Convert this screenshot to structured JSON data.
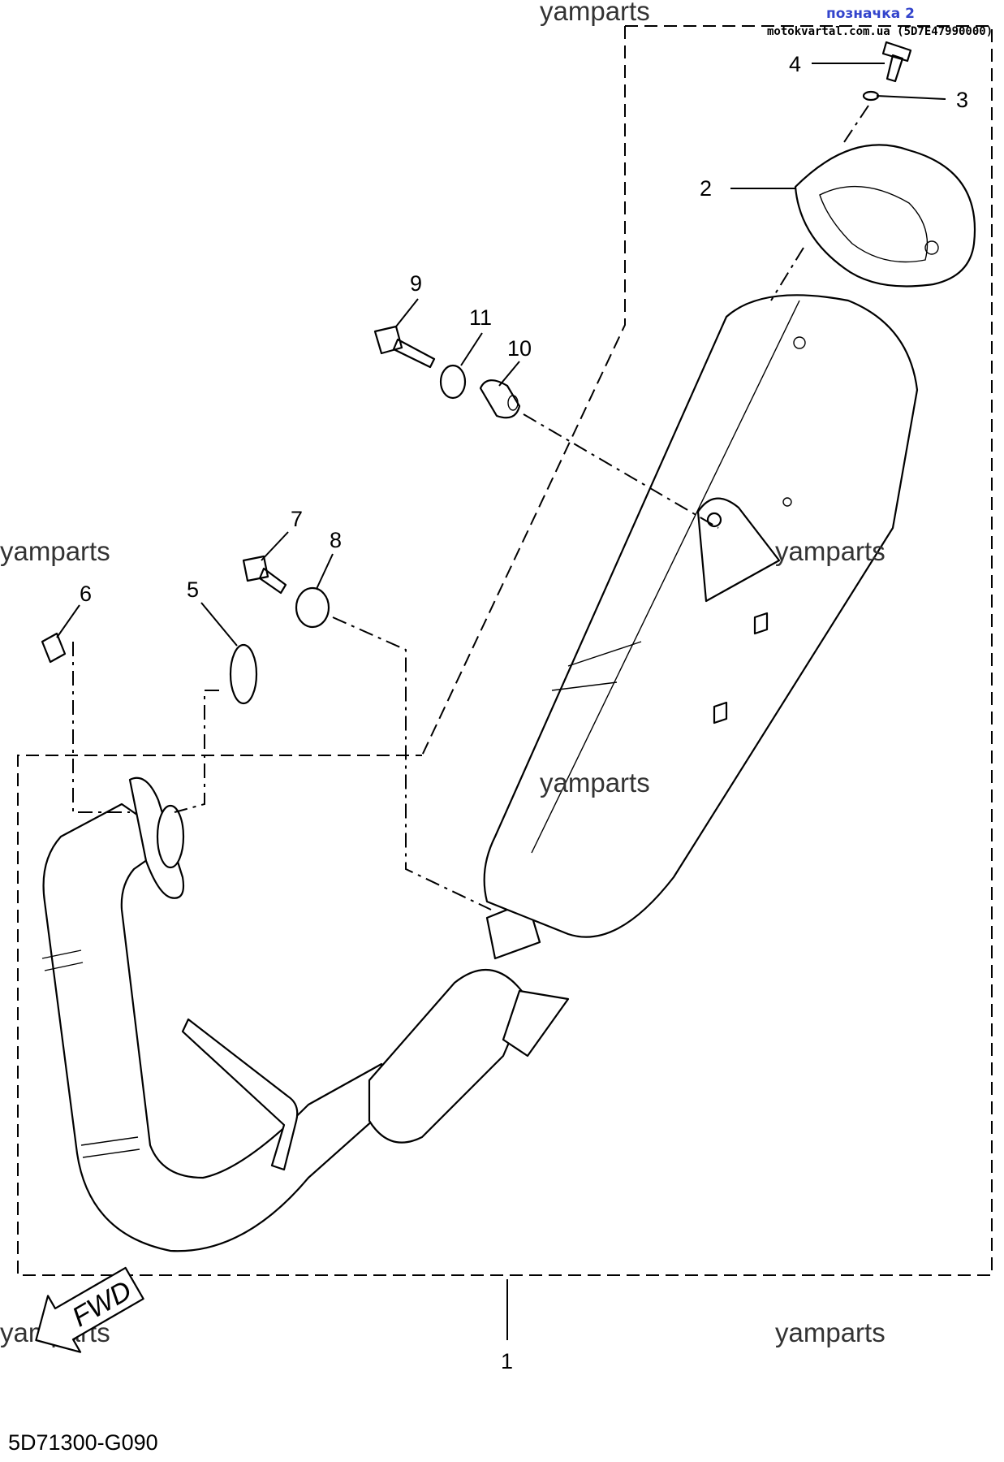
{
  "stamp": {
    "title": "позначка 2",
    "source": "motokvartal.com.ua (5D7E47990000)",
    "title_color": "#3344cc"
  },
  "watermark": "yamparts",
  "diagram_code": "5D71300-G090",
  "fwd_label": "FWD",
  "callouts": [
    "1",
    "2",
    "3",
    "4",
    "5",
    "6",
    "7",
    "8",
    "9",
    "10",
    "11"
  ]
}
